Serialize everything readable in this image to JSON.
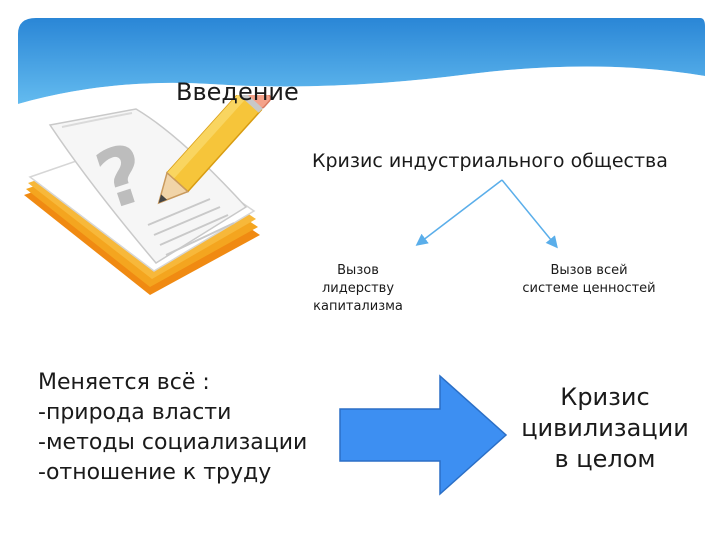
{
  "slide": {
    "title": "Введение",
    "crisis_heading": "Кризис индустриального общества",
    "challenges": [
      "Вызов\nлидерству\nкапитализма",
      "Вызов всей\nсистеме ценностей"
    ],
    "changes_text": "Меняется всё :\n-природа власти\n-методы социализации\n-отношение к труду",
    "conclusion": "Кризис\nцивилизации\nв целом"
  },
  "colors": {
    "banner_top": "#2a86d6",
    "banner_bottom": "#5fb8ee",
    "branch_arrow": "#5aaeea",
    "big_arrow_fill": "#3d8ff2",
    "big_arrow_stroke": "#2b6fc6",
    "pages_orange": "#f4a51f",
    "pencil_yellow": "#f6c53a"
  },
  "icons": [
    "notebook-with-question-mark",
    "pencil-icon",
    "branch-arrow",
    "right-arrow"
  ]
}
